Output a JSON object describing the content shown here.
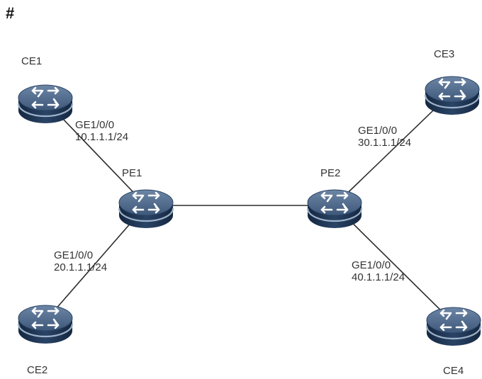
{
  "header": {
    "symbol": "#"
  },
  "colors": {
    "router_top": "#4f6a8c",
    "router_body": "#1e3350",
    "router_ring": "#8fa6c0",
    "router_arrow": "#ffffff",
    "link": "#2b2b2b"
  },
  "icons": {
    "router": "router-icon"
  },
  "nodes": [
    {
      "id": "CE1",
      "label": "CE1"
    },
    {
      "id": "CE2",
      "label": "CE2"
    },
    {
      "id": "PE1",
      "label": "PE1"
    },
    {
      "id": "PE2",
      "label": "PE2"
    },
    {
      "id": "CE3",
      "label": "CE3"
    },
    {
      "id": "CE4",
      "label": "CE4"
    }
  ],
  "links": [
    {
      "from": "CE1",
      "to": "PE1"
    },
    {
      "from": "CE2",
      "to": "PE1"
    },
    {
      "from": "PE1",
      "to": "PE2"
    },
    {
      "from": "PE2",
      "to": "CE3"
    },
    {
      "from": "PE2",
      "to": "CE4"
    }
  ],
  "interfaces": [
    {
      "node": "CE1",
      "name": "GE1/0/0",
      "ip": "10.1.1.1/24"
    },
    {
      "node": "CE2",
      "name": "GE1/0/0",
      "ip": "20.1.1.1/24"
    },
    {
      "node": "CE3",
      "name": "GE1/0/0",
      "ip": "30.1.1.1/24"
    },
    {
      "node": "CE4",
      "name": "GE1/0/0",
      "ip": "40.1.1.1/24"
    }
  ]
}
